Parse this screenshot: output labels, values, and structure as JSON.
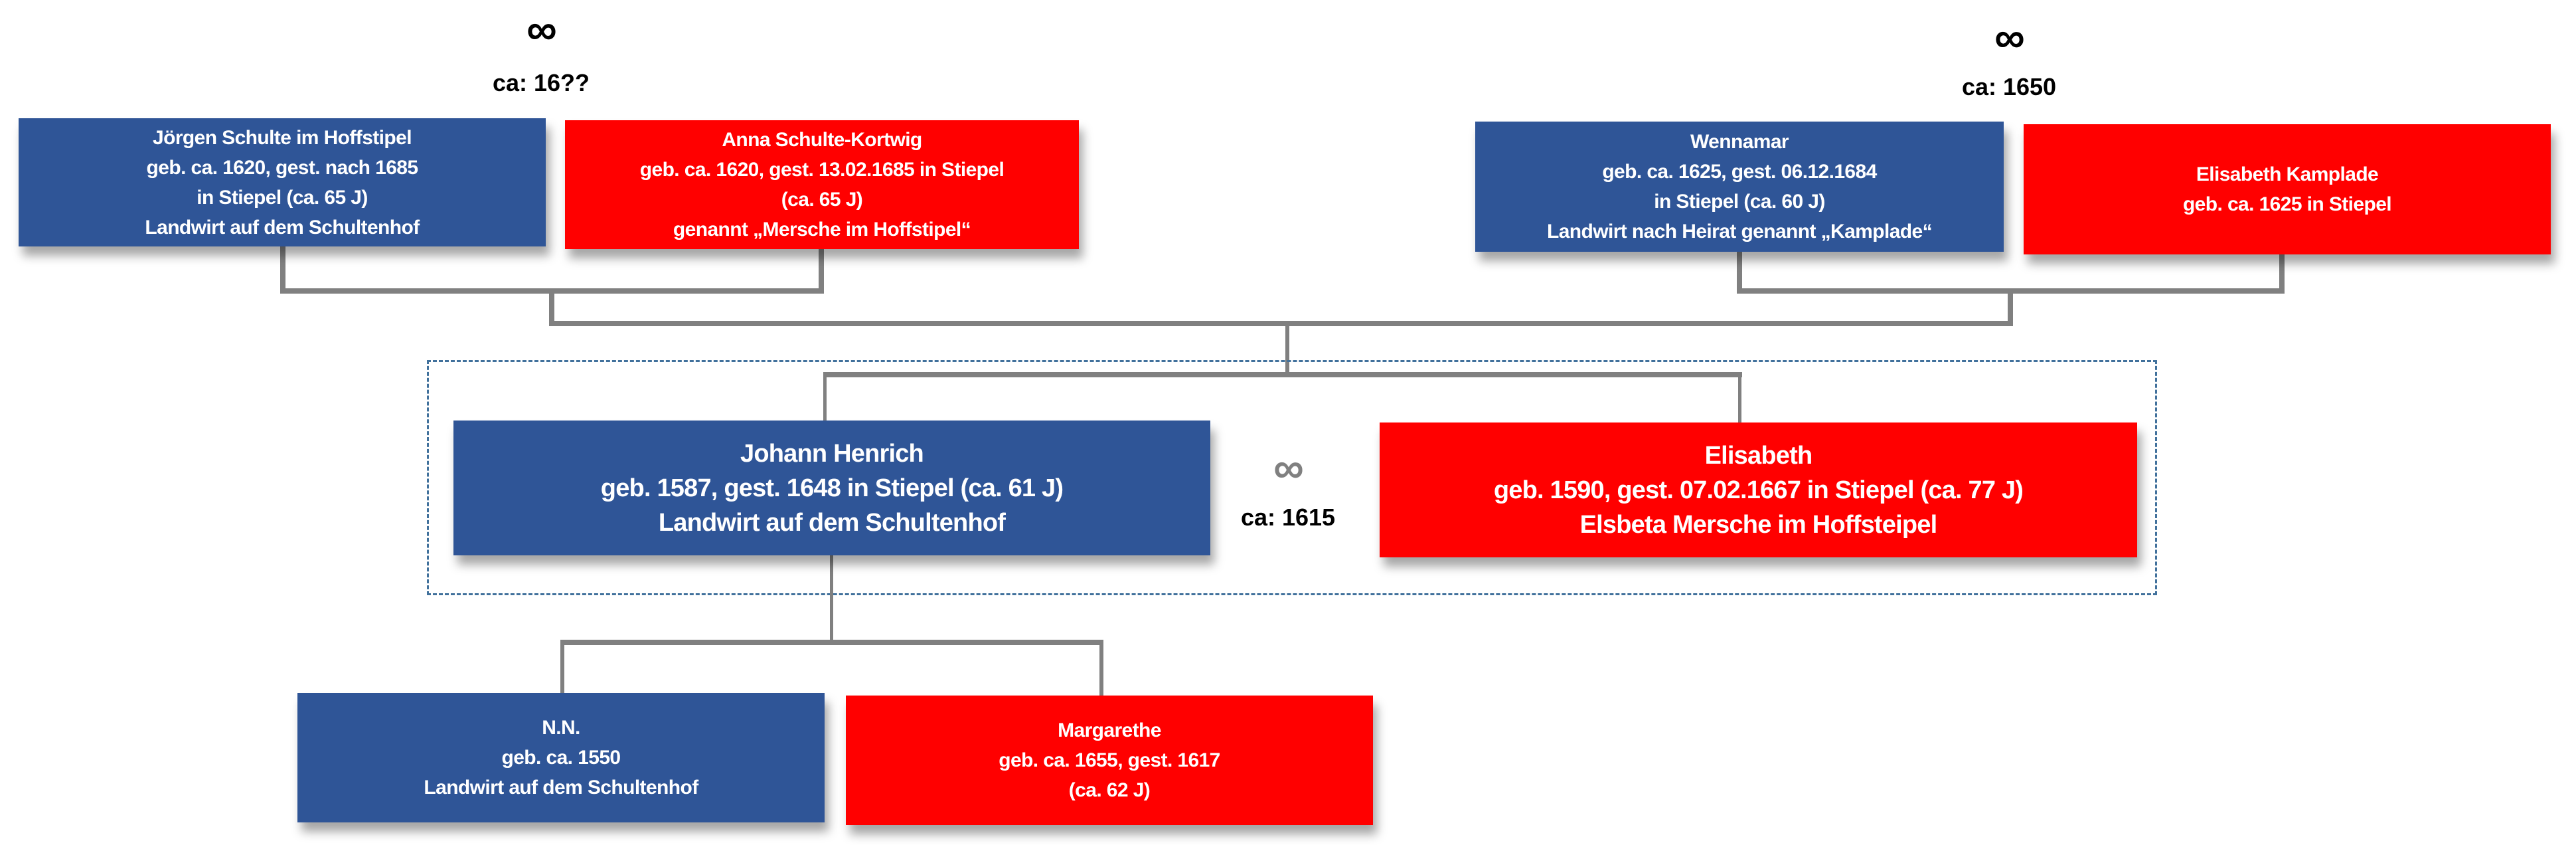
{
  "marriages": {
    "left_grandparents": {
      "symbol": "∞",
      "date": "ca: 16??"
    },
    "right_grandparents": {
      "symbol": "∞",
      "date": "ca: 1650"
    },
    "center_couple": {
      "symbol": "∞",
      "date": "ca: 1615"
    }
  },
  "persons": {
    "joergen": {
      "lines": [
        "Jörgen Schulte im Hoffstipel",
        "geb. ca. 1620, gest. nach 1685",
        "in Stiepel (ca. 65 J)",
        "Landwirt auf dem Schultenhof"
      ]
    },
    "anna": {
      "lines": [
        "Anna Schulte-Kortwig",
        "geb. ca. 1620, gest. 13.02.1685  in Stiepel",
        "(ca. 65 J)",
        "genannt „Mersche im Hoffstipel“"
      ]
    },
    "wennamar": {
      "lines": [
        "Wennamar",
        "geb. ca. 1625, gest. 06.12.1684",
        "in Stiepel (ca. 60 J)",
        "Landwirt nach Heirat genannt „Kamplade“"
      ]
    },
    "elisabeth_kamplade": {
      "lines": [
        "Elisabeth Kamplade",
        "geb. ca. 1625  in Stiepel"
      ]
    },
    "johann": {
      "lines": [
        "Johann Henrich",
        "geb. 1587, gest. 1648 in Stiepel (ca. 61 J)",
        "Landwirt auf dem Schultenhof"
      ]
    },
    "elisabeth": {
      "lines": [
        "Elisabeth",
        "geb. 1590, gest. 07.02.1667 in Stiepel (ca. 77 J)",
        "Elsbeta Mersche im Hoffsteipel"
      ]
    },
    "nn": {
      "lines": [
        "N.N.",
        "geb. ca. 1550",
        "Landwirt auf dem Schultenhof"
      ]
    },
    "margarethe": {
      "lines": [
        "Margarethe",
        "geb. ca. 1655, gest. 1617",
        "(ca. 62 J)"
      ]
    }
  },
  "colors": {
    "male": "#2F5597",
    "female": "#FF0000",
    "connector": "#808080",
    "group_border": "#41719C"
  }
}
